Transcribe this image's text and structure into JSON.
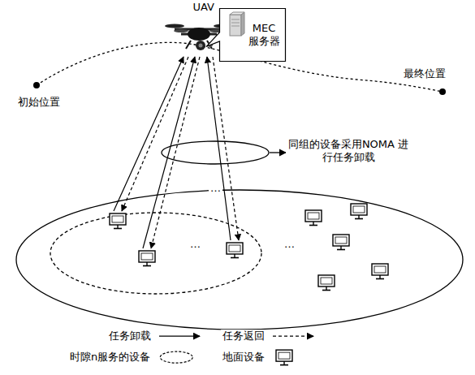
{
  "diagram": {
    "nodes": [
      {
        "text": [
          "UAV"
        ]
      },
      {
        "text": [
          "MEC 服务器"
        ]
      }
    ],
    "labels": [
      "初始位置",
      "最终位置",
      "同组的设备采用NOMA 进行任务卸载",
      "…",
      "…",
      "…"
    ],
    "legend": [
      {
        "text": "任务卸载"
      },
      {
        "text": "任务返回"
      },
      {
        "text": "时隙n服务的设备"
      },
      {
        "text": "地面设备"
      }
    ]
  }
}
